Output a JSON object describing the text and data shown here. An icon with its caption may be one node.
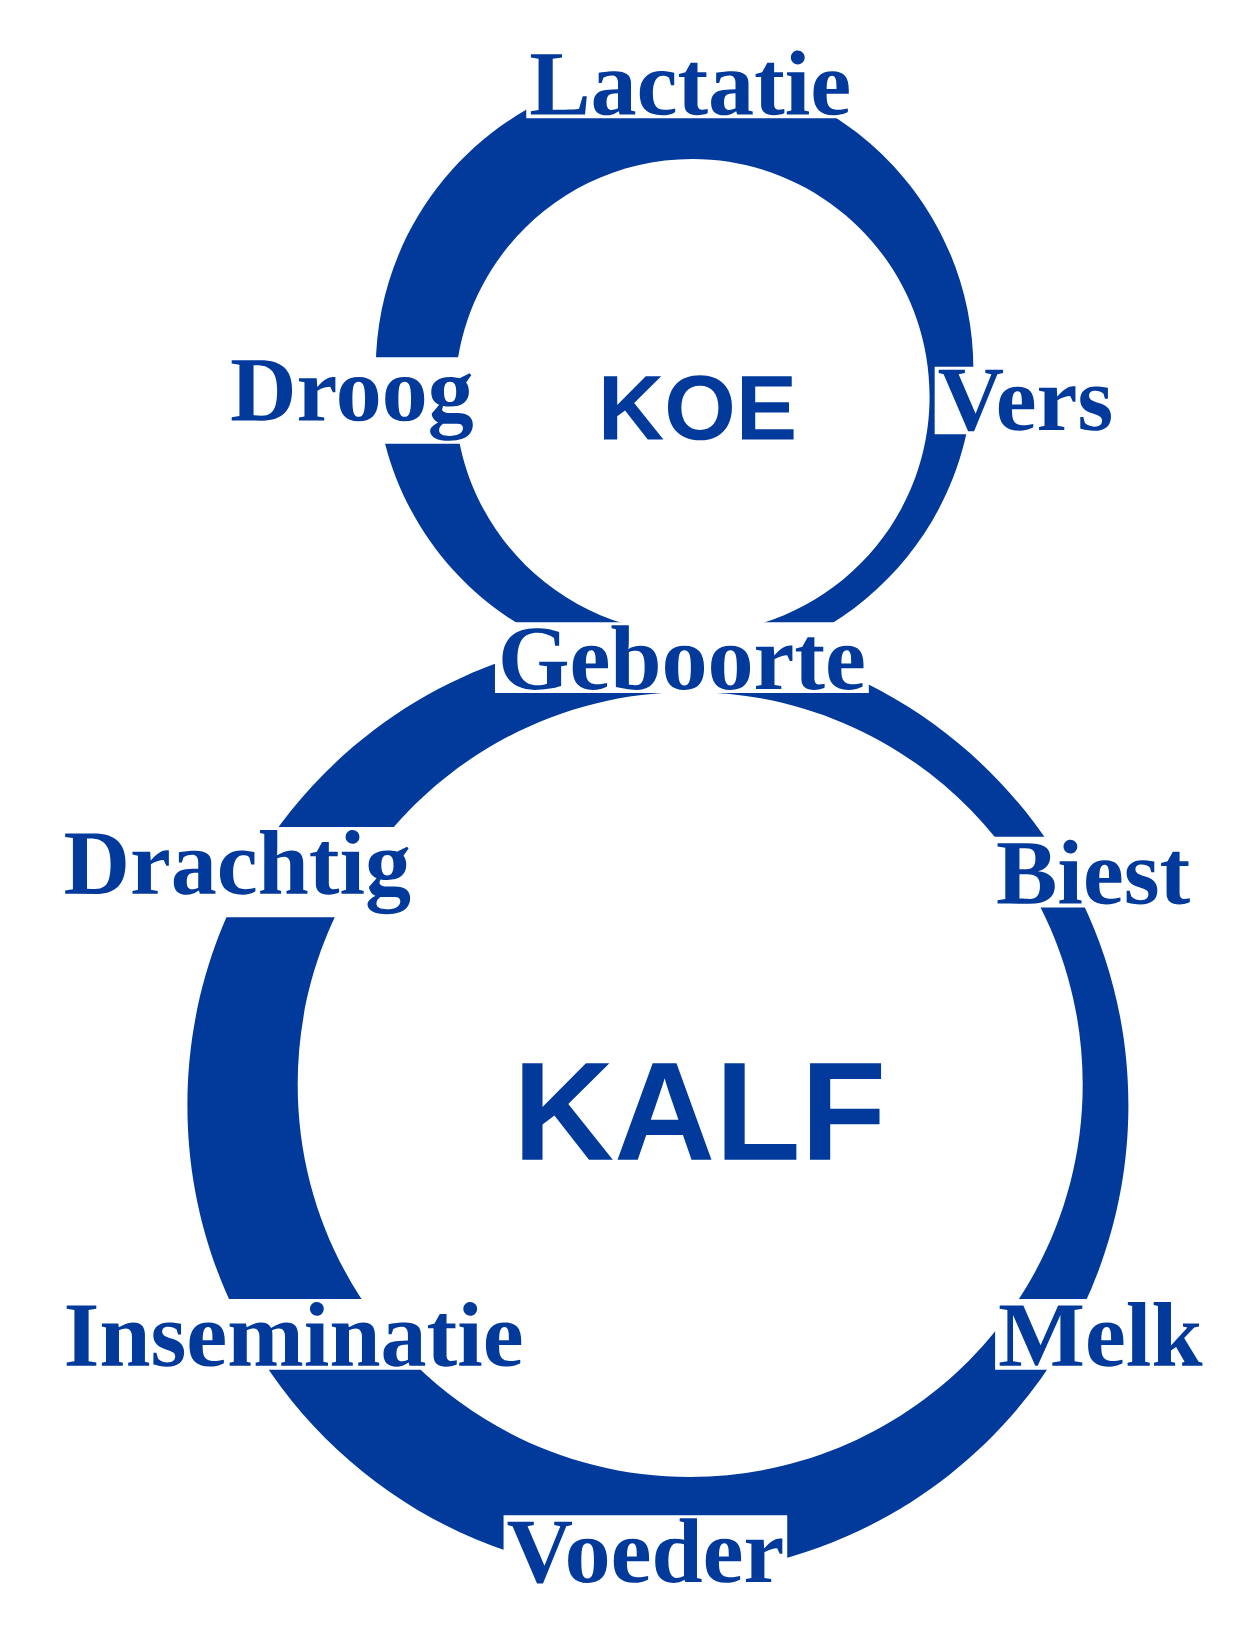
{
  "diagram": {
    "nodes": [
      {
        "text": [
          "KOE"
        ]
      },
      {
        "text": [
          "KALF"
        ]
      }
    ],
    "labels": [
      "Lactatie",
      "Droog",
      "Vers",
      "Geboorte",
      "Drachtig",
      "Biest",
      "Inseminatie",
      "Melk",
      "Voeder"
    ]
  }
}
